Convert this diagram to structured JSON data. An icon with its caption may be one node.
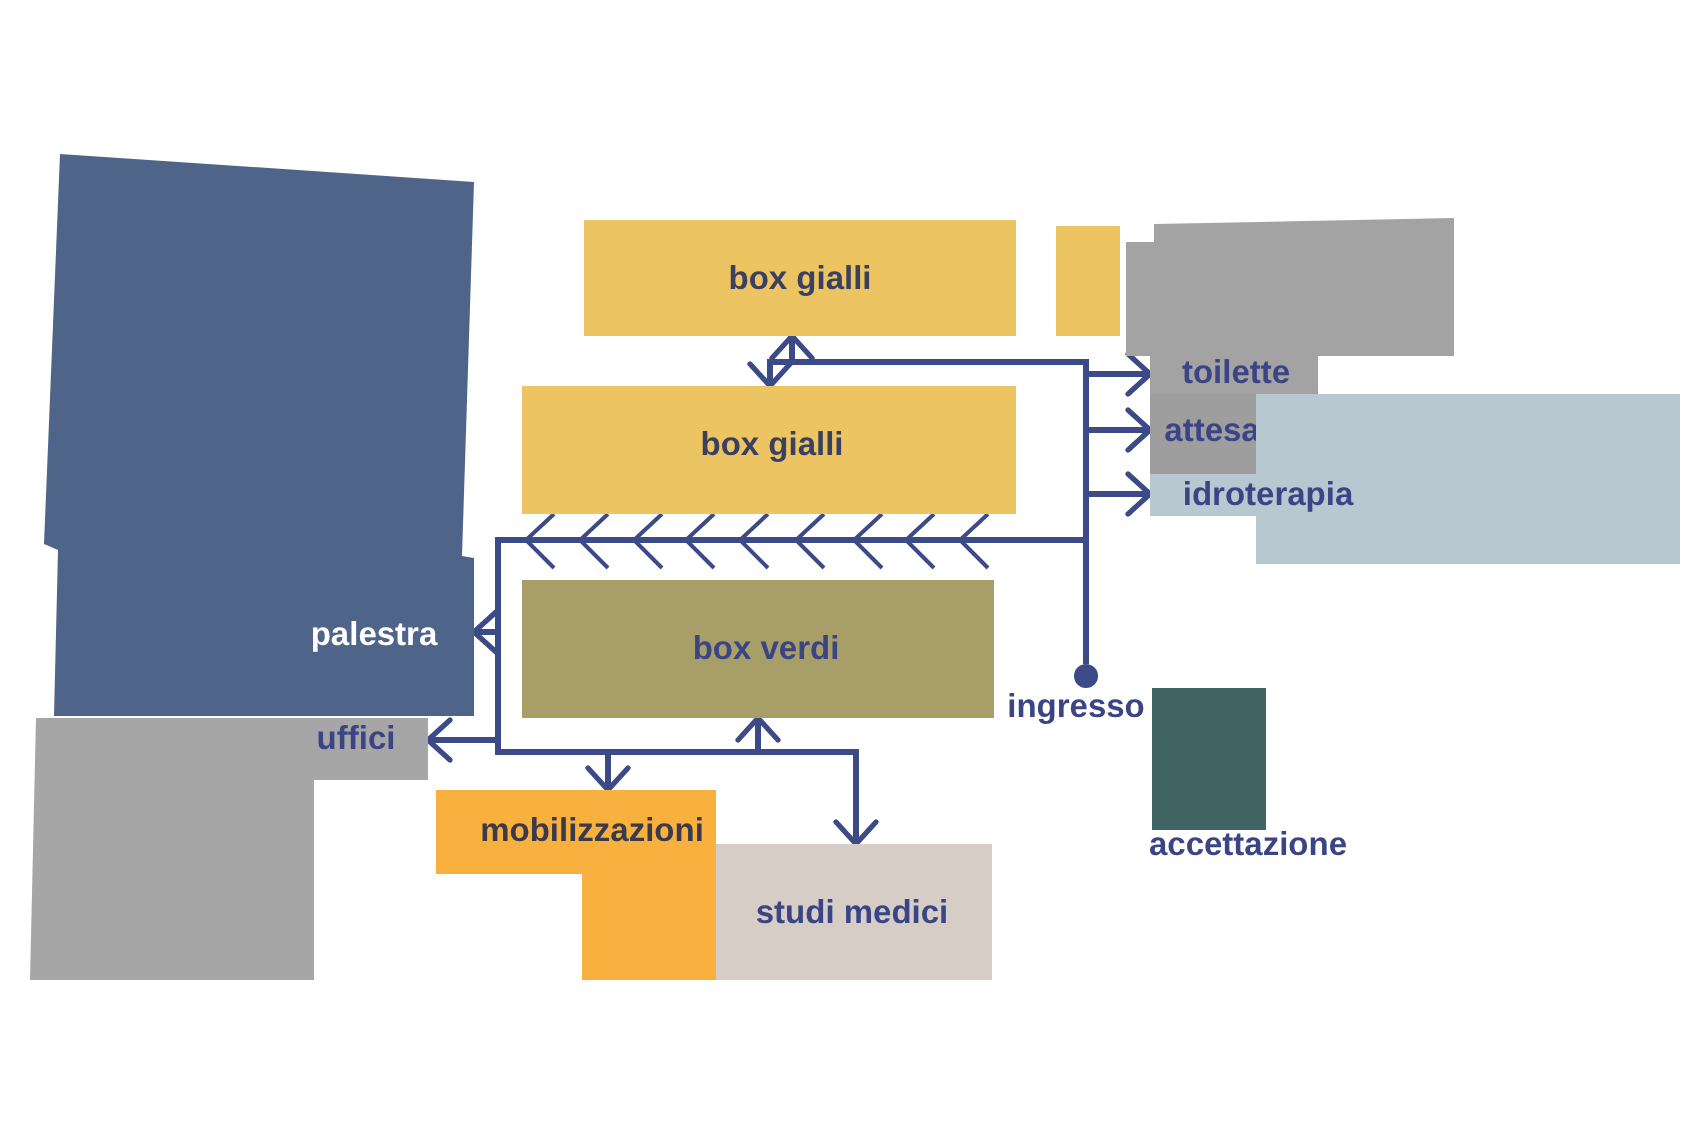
{
  "diagram": {
    "nodes": [
      {
        "text": [
          "palestra"
        ]
      },
      {
        "text": [
          "box gialli"
        ]
      },
      {
        "text": [],
        "shape": "box"
      },
      {
        "text": [
          "toilette"
        ]
      },
      {
        "text": [
          "box gialli"
        ]
      },
      {
        "text": [
          "attesa"
        ]
      },
      {
        "text": [
          "idroterapia"
        ]
      },
      {
        "text": [
          "box verdi"
        ]
      },
      {
        "text": [
          "ingresso"
        ]
      },
      {
        "text": [
          "accettazione"
        ]
      },
      {
        "text": [
          "uffici"
        ]
      },
      {
        "text": [
          "mobilizzazioni"
        ]
      },
      {
        "text": [
          "studi medici"
        ]
      }
    ],
    "edges": [
      {
        "from": 8,
        "to": 1,
        "arrow": "to"
      },
      {
        "from": 8,
        "to": 4,
        "arrow": "to"
      },
      {
        "from": 8,
        "to": 3,
        "arrow": "to"
      },
      {
        "from": 8,
        "to": 5,
        "arrow": "to"
      },
      {
        "from": 8,
        "to": 6,
        "arrow": "to"
      },
      {
        "from": 8,
        "to": 0,
        "arrow": "to"
      },
      {
        "from": 8,
        "to": 10,
        "arrow": "to"
      },
      {
        "from": 8,
        "to": 11,
        "arrow": "to"
      },
      {
        "from": 8,
        "to": 7,
        "arrow": "to"
      },
      {
        "from": 8,
        "to": 12,
        "arrow": "to"
      }
    ]
  }
}
